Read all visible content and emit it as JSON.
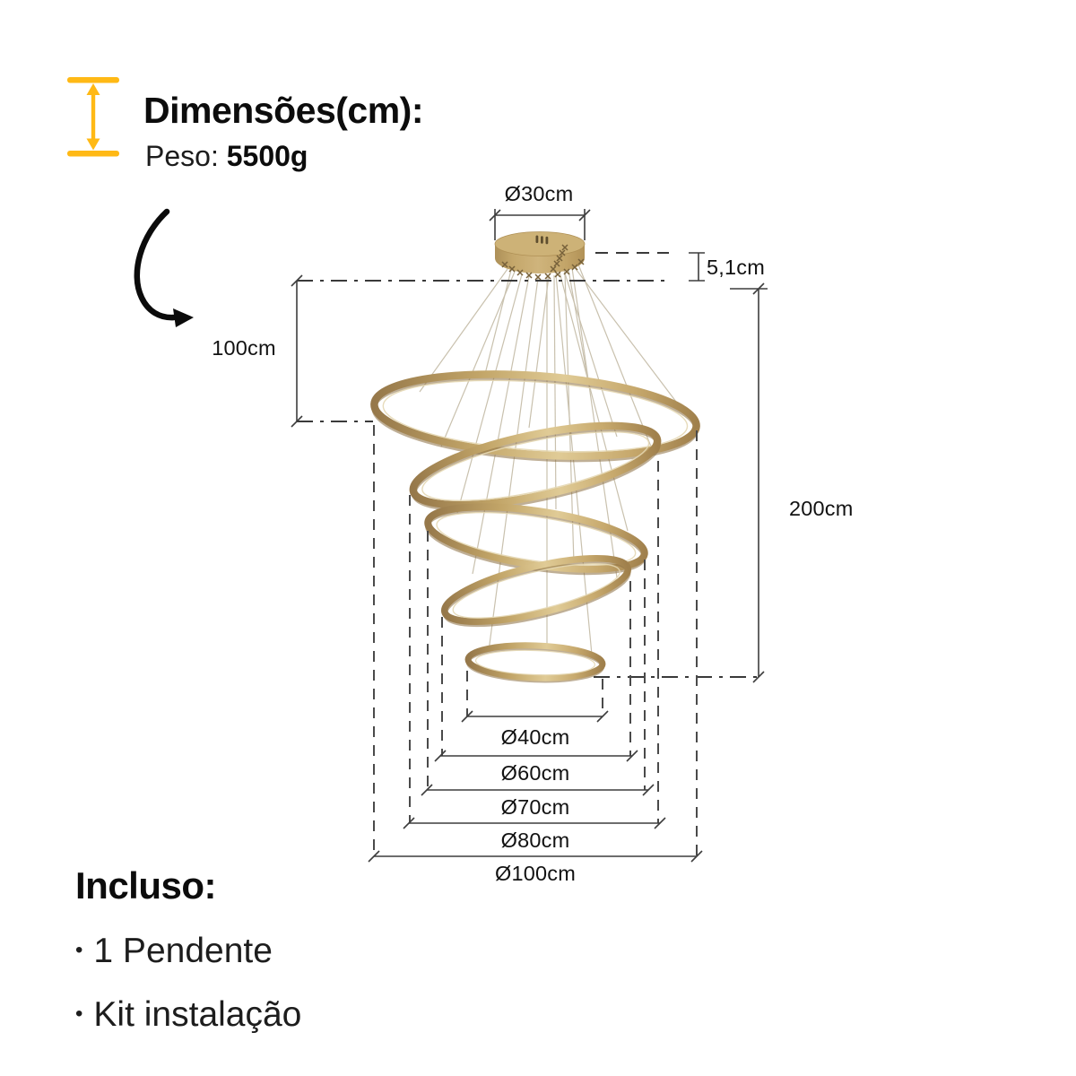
{
  "header": {
    "title": "Dimensões(cm):",
    "peso_label": "Peso:",
    "peso_value": "5500g"
  },
  "diagram": {
    "canopy_diameter_label": "Ø30cm",
    "canopy_height_label": "5,1cm",
    "drop_height_label": "100cm",
    "total_height_label": "200cm",
    "ring_diameter_labels": [
      "Ø40cm",
      "Ø60cm",
      "Ø70cm",
      "Ø80cm",
      "Ø100cm"
    ]
  },
  "included": {
    "title": "Incluso:",
    "bullet": "•",
    "items": [
      "1 Pendente",
      "Kit instalação"
    ]
  },
  "colors": {
    "accent_yellow": "#FFB915",
    "ring_gold": "#C2A265",
    "canopy_gold": "#C9AC72",
    "dimension_line": "#3D3D3D",
    "text": "#111111"
  }
}
